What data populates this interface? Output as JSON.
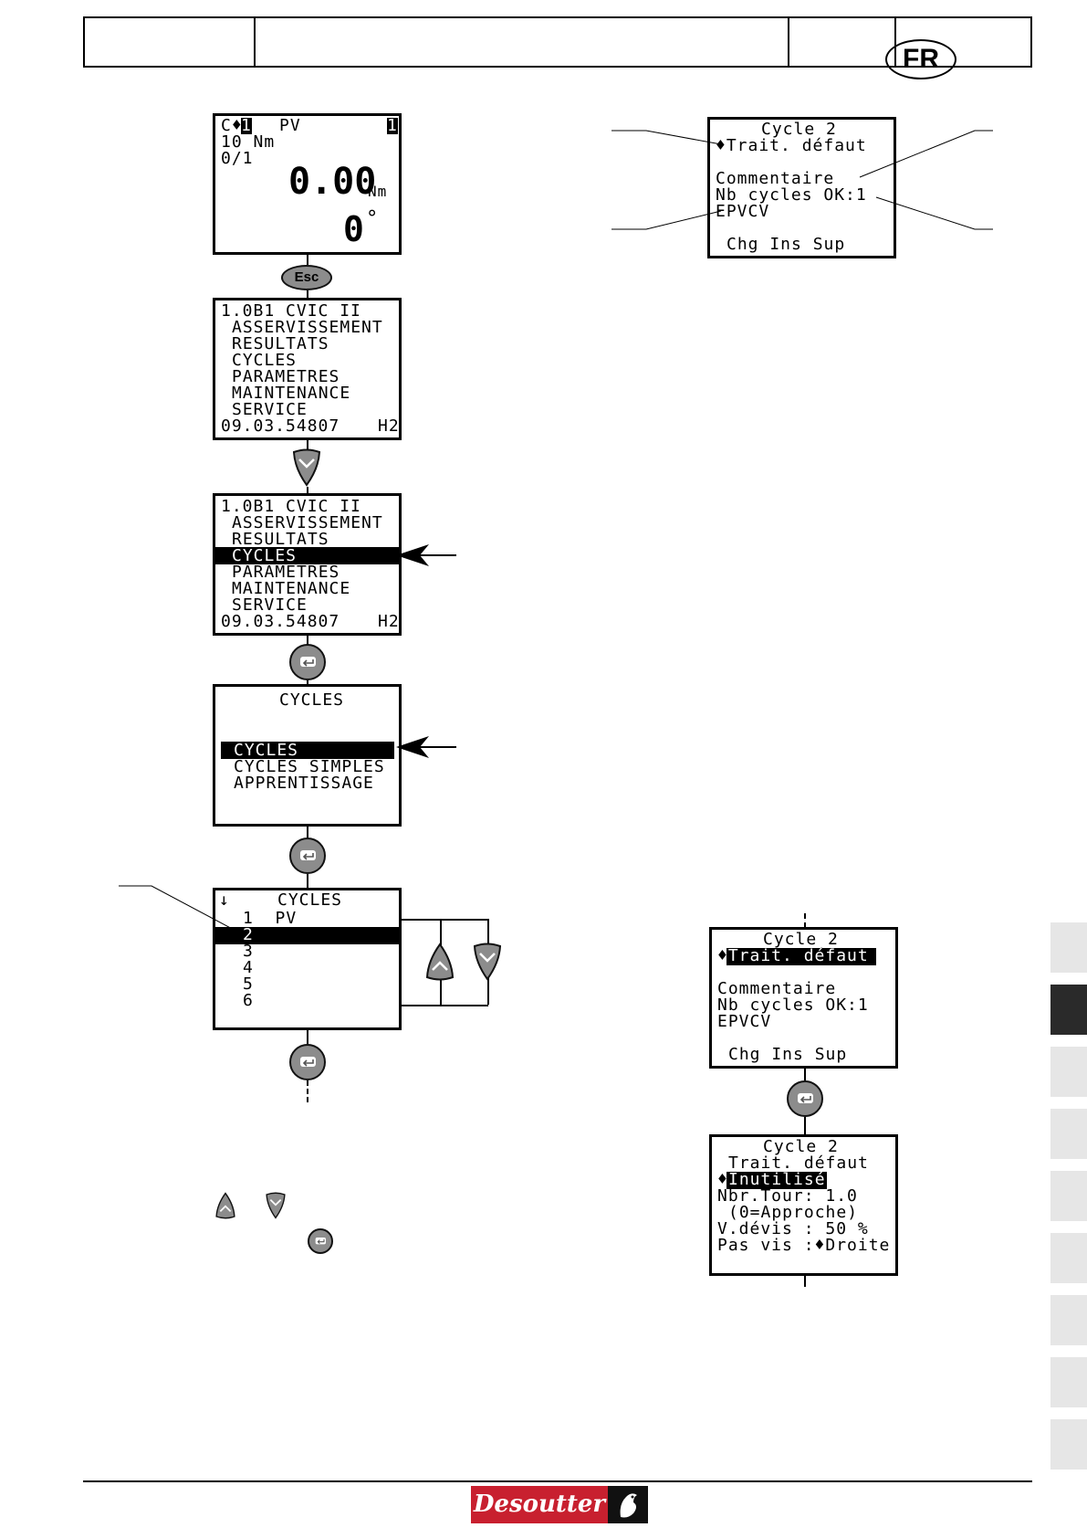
{
  "header": {
    "language": "FR"
  },
  "screen_main": {
    "line1_prefix": "C♦",
    "line1_num": "1",
    "line1_label": "PV",
    "line1_right": "1",
    "line2": "10 Nm",
    "line3": "0/1",
    "torque_value": "0.00",
    "torque_unit": "Nm",
    "angle_value": "0",
    "angle_unit": "°"
  },
  "esc_button": {
    "label": "Esc"
  },
  "menu_screen": {
    "title": "1.0B1 CVIC II",
    "items": [
      "ASSERVISSEMENT",
      "RESULTATS",
      "CYCLES",
      "PARAMETRES",
      "MAINTENANCE",
      "SERVICE"
    ],
    "footer_left": "09.03.54807",
    "footer_right": "H2"
  },
  "cycles_menu": {
    "title": "CYCLES",
    "items": [
      "CYCLES",
      "CYCLES SIMPLES",
      "APPRENTISSAGE"
    ]
  },
  "cycles_list": {
    "title": "CYCLES",
    "arrow": "↓",
    "items": [
      "1  PV",
      "2",
      "3",
      "4",
      "5",
      "6"
    ]
  },
  "cycle_screen": {
    "title": "Cycle 2",
    "arrow_line": "♦Trait. défaut",
    "line_commentaire": "Commentaire",
    "line_nb": "Nb cycles OK:1",
    "line_epvcv": "EPVCV",
    "footer": "Chg Ins Sup"
  },
  "cycle_edit_screen": {
    "title": "Cycle 2",
    "line1": "Trait. défaut",
    "line2_marker": "♦",
    "line2": "Inutilisé",
    "line3": "Nbr.Tour: 1.0",
    "line4": "(0=Approche)",
    "line5": "V.dévis : 50 %",
    "line6": "Pas vis :♦Droite"
  },
  "footer": {
    "brand": "Desoutter"
  },
  "colors": {
    "brand_red": "#c8202f",
    "button_gray": "#8c8c8c",
    "tab_light": "#e6e6e6",
    "tab_dark": "#2a2a2a"
  }
}
